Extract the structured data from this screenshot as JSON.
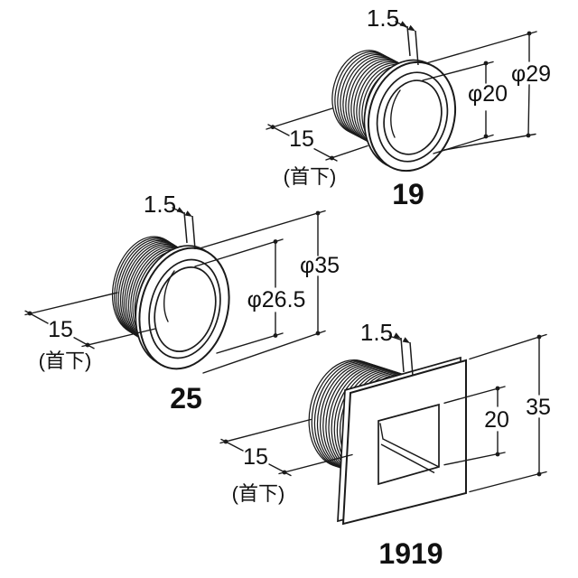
{
  "figure": {
    "background": "#ffffff",
    "line_color": "#1a1a1a",
    "description_labels": {
      "under_neck_note": "(首下)"
    },
    "parts": [
      {
        "caption": "19",
        "flange_thickness": "1.5",
        "inner_diameter": "φ20",
        "outer_diameter": "φ29",
        "thread_length": "15",
        "thread_length_note": "(首下)"
      },
      {
        "caption": "25",
        "flange_thickness": "1.5",
        "inner_diameter": "φ26.5",
        "outer_diameter": "φ35",
        "thread_length": "15",
        "thread_length_note": "(首下)"
      },
      {
        "caption": "1919",
        "flange_thickness": "1.5",
        "inner_height": "20",
        "outer_height": "35",
        "thread_length": "15",
        "thread_length_note": "(首下)"
      }
    ]
  }
}
